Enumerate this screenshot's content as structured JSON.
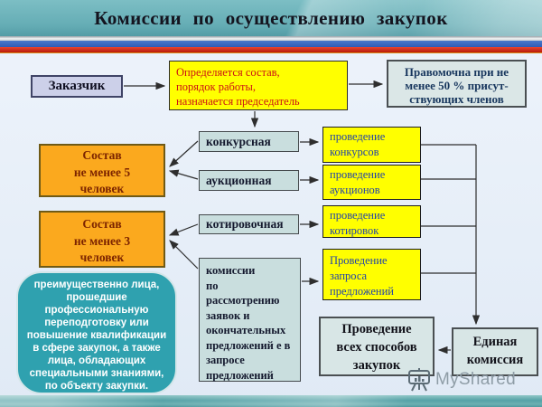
{
  "title": "Комиссии по осуществлению закупок",
  "diagram": {
    "customer": "Заказчик",
    "setup_note": "Определяется состав,\nпорядок работы,\nназначается председатель",
    "quorum_note": "Правомочна при не\nменее 50 % присут-\nствующих членов",
    "commissions": [
      {
        "label": "конкурсная",
        "function": "проведение\nконкурсов"
      },
      {
        "label": "аукционная",
        "function": "проведение\nаукционов"
      },
      {
        "label": "котировочная",
        "function": "проведение\nкотировок"
      },
      {
        "label": "комиссии\nпо\nрассмотрению\nзаявок и\nокончательных\nпредложений е в\nзапросе\nпредложений",
        "function": "Проведение\nзапроса\nпредложений"
      }
    ],
    "composition_min5": "Состав\nне менее 5\nчеловек",
    "composition_min3": "Состав\nне менее 3\nчеловек",
    "members_qualification": "преимущественно лица, прошедшие профессиональную переподготовку или повышение квалификации в сфере закупок, а также лица, обладающих специальными знаниями, по объекту закупки.",
    "unified_commission_scope": "Проведение\nвсех способов\nзакупок",
    "unified_commission": "Единая\nкомиссия"
  },
  "watermark": "MyShared",
  "colors": {
    "header_teal": "#65ADB5",
    "flag_blue": "#3A66BE",
    "flag_red": "#D42A17",
    "highlight_yellow": "#FFFF00",
    "accent_orange": "#FBA91E",
    "note_teal": "#2FA1AF",
    "box_blue_gray": "#C9DEDE",
    "text_red": "#CC1414",
    "text_blue": "#2344A8",
    "text_navy": "#17365D",
    "text_maroon": "#7C2400"
  }
}
